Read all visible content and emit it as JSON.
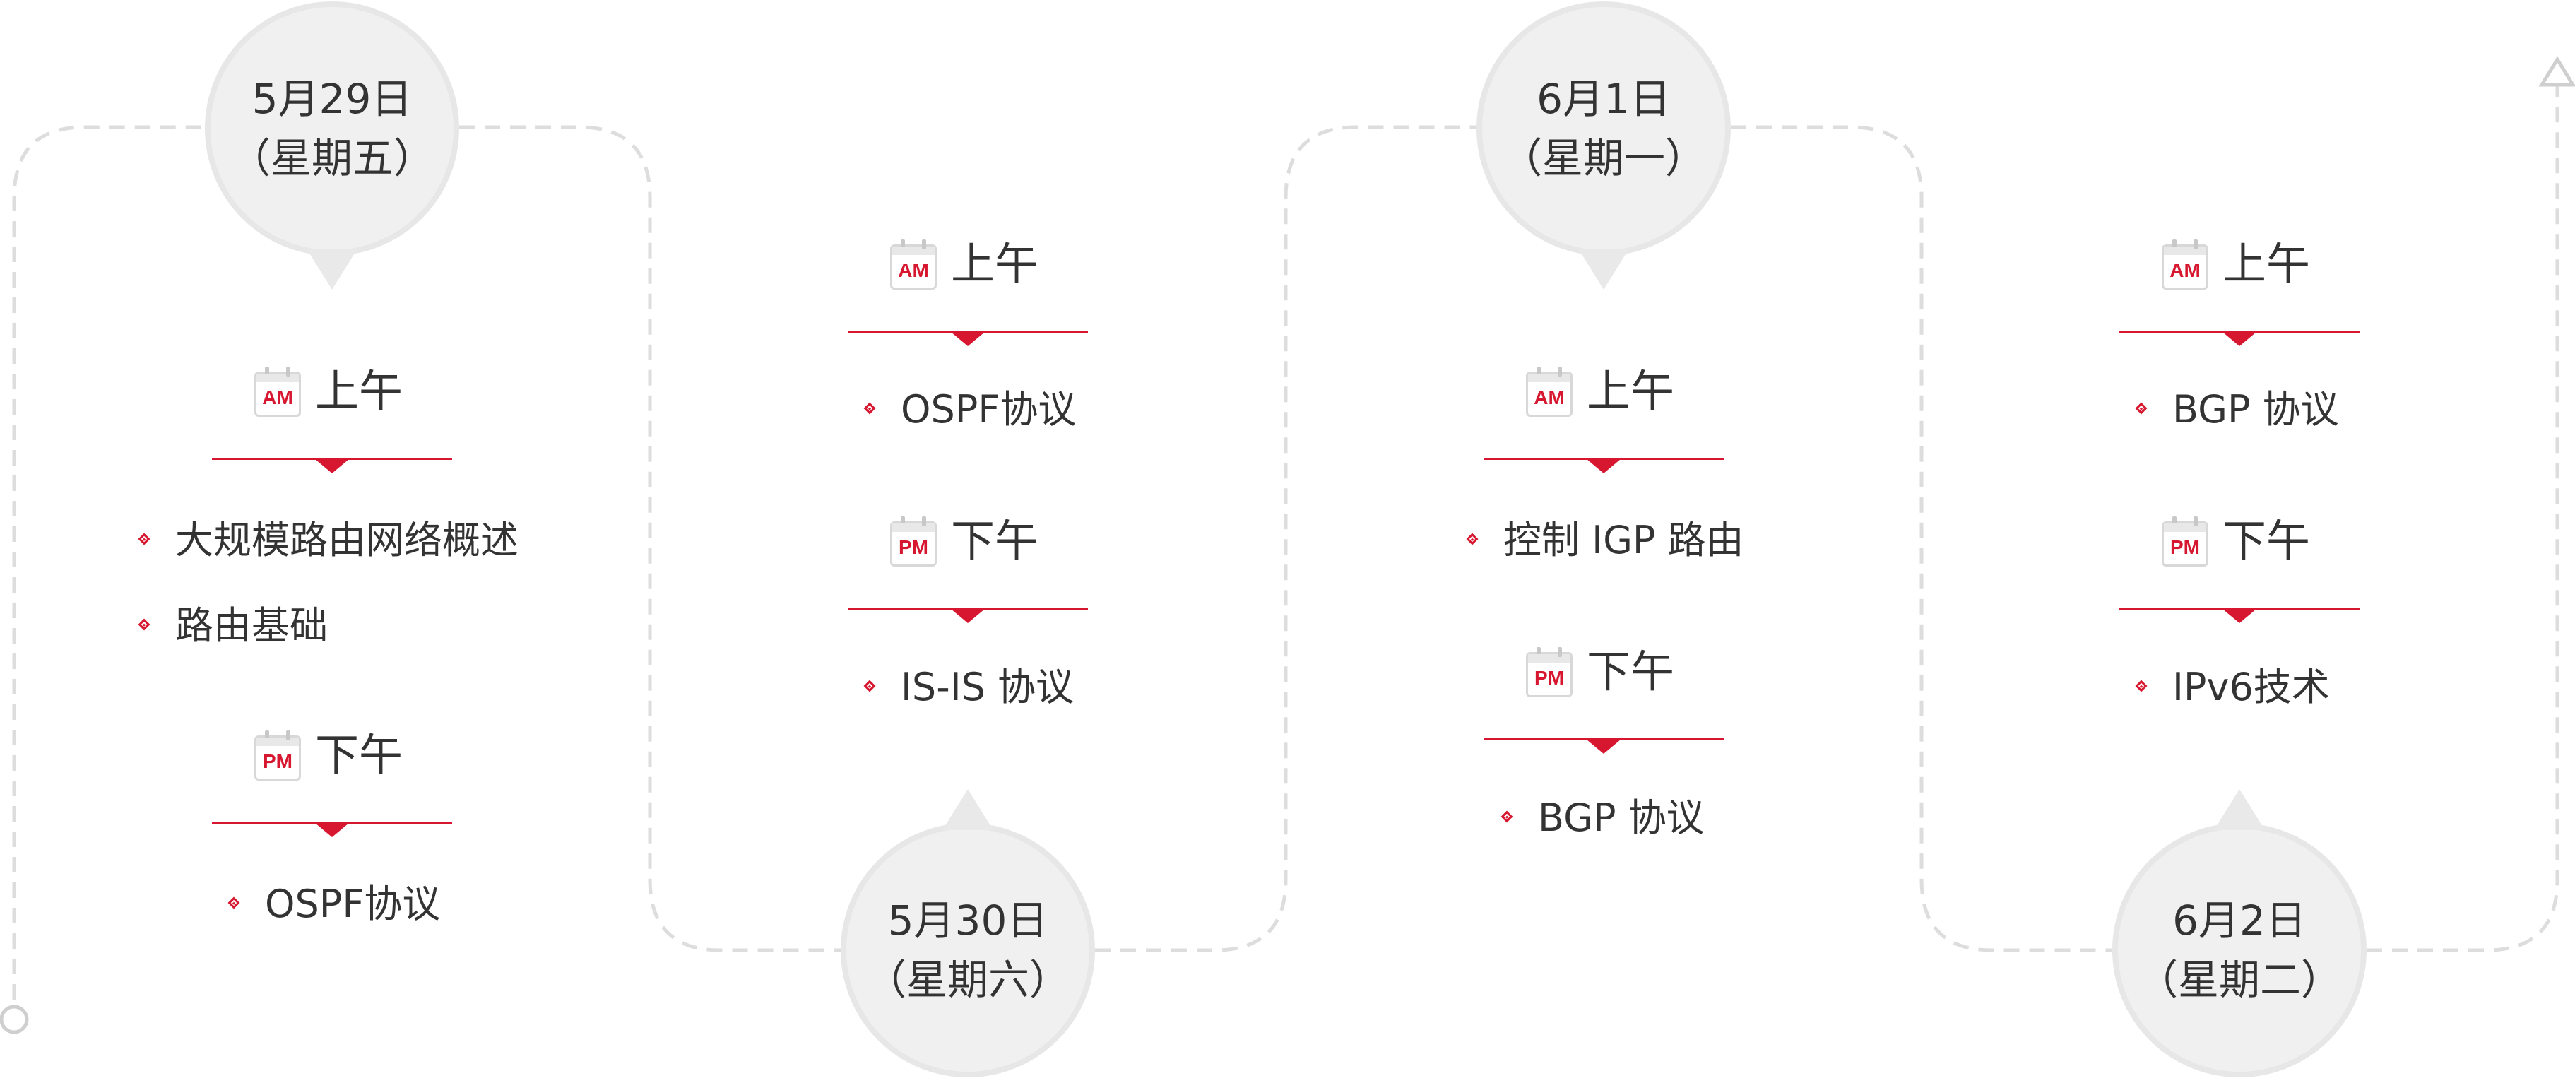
{
  "days": [
    {
      "date": "5月29日",
      "weekday": "（星期五）",
      "sessions": [
        {
          "period": "AM",
          "label": "上午",
          "topics": [
            "大规模路由网络概述",
            "路由基础"
          ]
        },
        {
          "period": "PM",
          "label": "下午",
          "topics": [
            "OSPF协议"
          ]
        }
      ]
    },
    {
      "date": "5月30日",
      "weekday": "（星期六）",
      "sessions": [
        {
          "period": "AM",
          "label": "上午",
          "topics": [
            "OSPF协议"
          ]
        },
        {
          "period": "PM",
          "label": "下午",
          "topics": [
            "IS-IS 协议"
          ]
        }
      ]
    },
    {
      "date": "6月1日",
      "weekday": "（星期一）",
      "sessions": [
        {
          "period": "AM",
          "label": "上午",
          "topics": [
            "控制 IGP 路由"
          ]
        },
        {
          "period": "PM",
          "label": "下午",
          "topics": [
            "BGP 协议"
          ]
        }
      ]
    },
    {
      "date": "6月2日",
      "weekday": "（星期二）",
      "sessions": [
        {
          "period": "AM",
          "label": "上午",
          "topics": [
            "BGP 协议"
          ]
        },
        {
          "period": "PM",
          "label": "下午",
          "topics": [
            "IPv6技术"
          ]
        }
      ]
    }
  ],
  "colors": {
    "accent": "#d7172f",
    "track": "#dddddd",
    "bubble_fill": "#f0f0f0",
    "text": "#333333"
  },
  "icons": {
    "am": "calendar-am-icon",
    "pm": "calendar-pm-icon",
    "bullet": "diamond-bullet-icon",
    "start": "circle-start-icon",
    "end": "triangle-arrow-end-icon"
  }
}
